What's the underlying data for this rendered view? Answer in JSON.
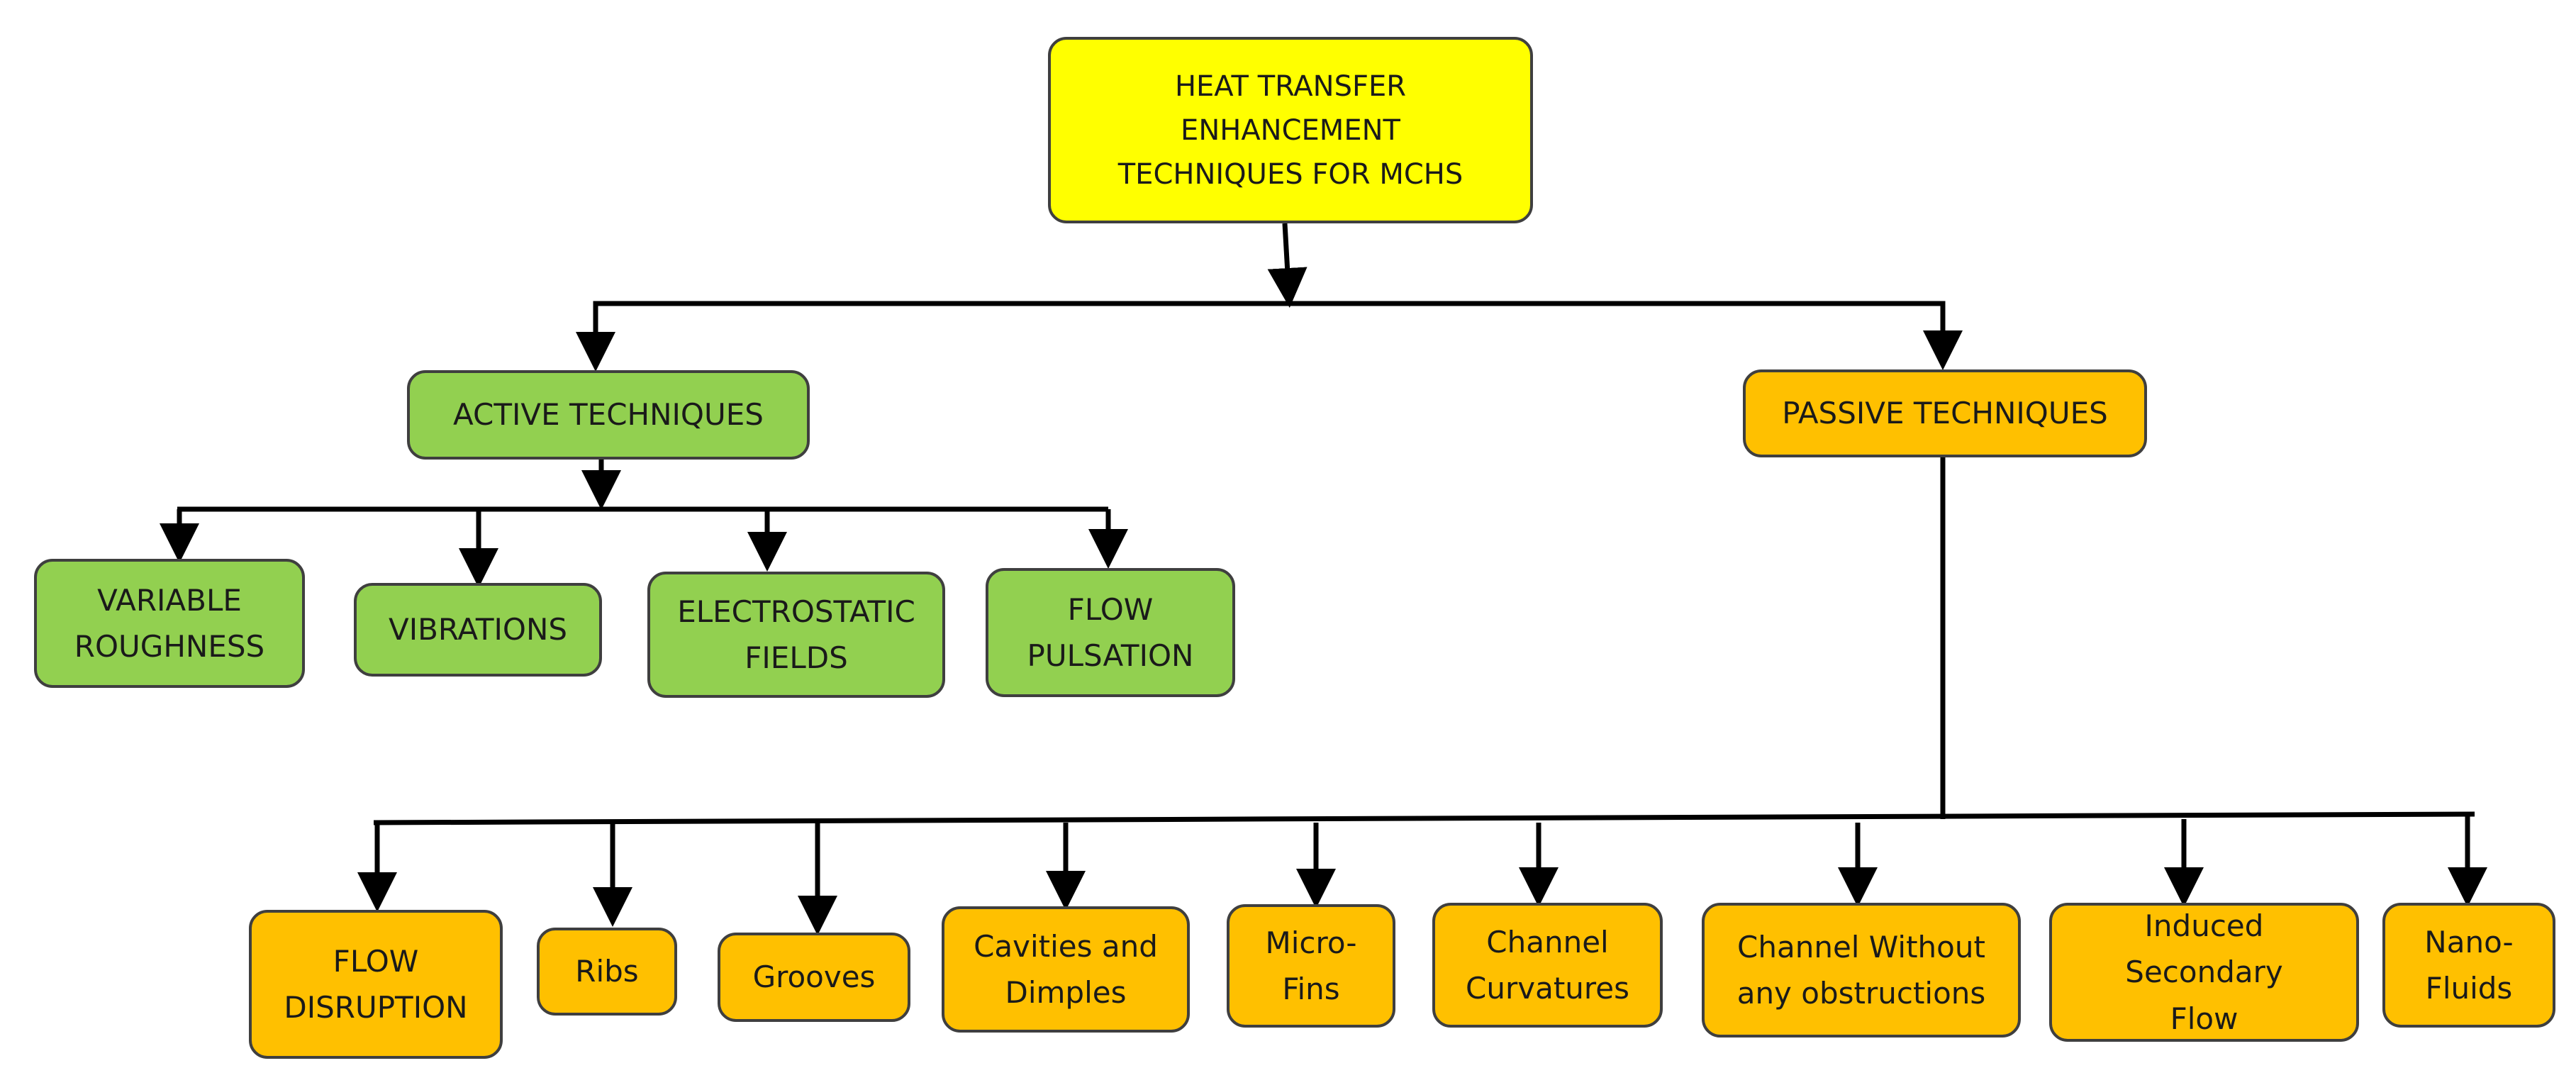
{
  "colors": {
    "root": "#ffff00",
    "active": "#92d050",
    "passive": "#ffc000",
    "border": "#3f3f3f",
    "connector": "#000000"
  },
  "root": {
    "label": "HEAT TRANSFER ENHANCEMENT TECHNIQUES FOR MCHS"
  },
  "active": {
    "label": "ACTIVE TECHNIQUES",
    "children": [
      "VARIABLE ROUGHNESS",
      "VIBRATIONS",
      "ELECTROSTATIC FIELDS",
      "FLOW PULSATION"
    ]
  },
  "passive": {
    "label": "PASSIVE TECHNIQUES",
    "children": [
      "FLOW DISRUPTION",
      "Ribs",
      "Grooves",
      "Cavities and Dimples",
      "Micro-Fins",
      "Channel Curvatures",
      "Channel Without any obstructions",
      "Induced Secondary Flow",
      "Nano-Fluids"
    ]
  }
}
